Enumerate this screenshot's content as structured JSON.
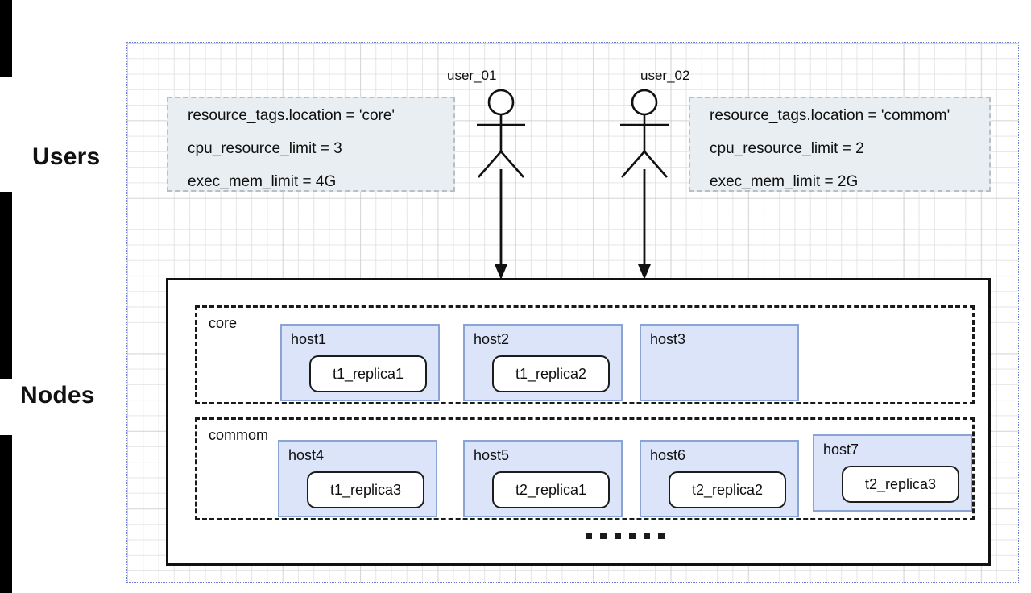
{
  "sections": {
    "users_label": "Users",
    "nodes_label": "Nodes"
  },
  "users": [
    {
      "id": "user-01",
      "name": "user_01",
      "icon": "actor-stick-figure-icon",
      "arrow_icon": "down-arrow-icon",
      "policy": {
        "location_rule": "resource_tags.location = 'core'",
        "cpu_rule": "cpu_resource_limit = 3",
        "mem_rule": "exec_mem_limit = 4G"
      }
    },
    {
      "id": "user-02",
      "name": "user_02",
      "icon": "actor-stick-figure-icon",
      "arrow_icon": "down-arrow-icon",
      "policy": {
        "location_rule": "resource_tags.location = 'commom'",
        "cpu_rule": "cpu_resource_limit = 2",
        "mem_rule": "exec_mem_limit = 2G"
      }
    }
  ],
  "node_groups": [
    {
      "id": "core",
      "label": "core",
      "hosts": [
        {
          "id": "host1",
          "label": "host1",
          "replica": "t1_replica1"
        },
        {
          "id": "host2",
          "label": "host2",
          "replica": "t1_replica2"
        },
        {
          "id": "host3",
          "label": "host3",
          "replica": null
        }
      ]
    },
    {
      "id": "commom",
      "label": "commom",
      "hosts": [
        {
          "id": "host4",
          "label": "host4",
          "replica": "t1_replica3"
        },
        {
          "id": "host5",
          "label": "host5",
          "replica": "t2_replica1"
        },
        {
          "id": "host6",
          "label": "host6",
          "replica": "t2_replica2"
        },
        {
          "id": "host7",
          "label": "host7",
          "replica": "t2_replica3"
        }
      ]
    }
  ],
  "more_indicator": {
    "icon": "ellipsis-dots-icon",
    "dot_count": 6
  },
  "colors": {
    "host_fill": "#dbe4f8",
    "host_border": "#8aa5d4",
    "note_fill": "#e9eef2",
    "note_border": "#b6bfc6",
    "page_border": "#6f7fcf",
    "outline": "#111111"
  }
}
